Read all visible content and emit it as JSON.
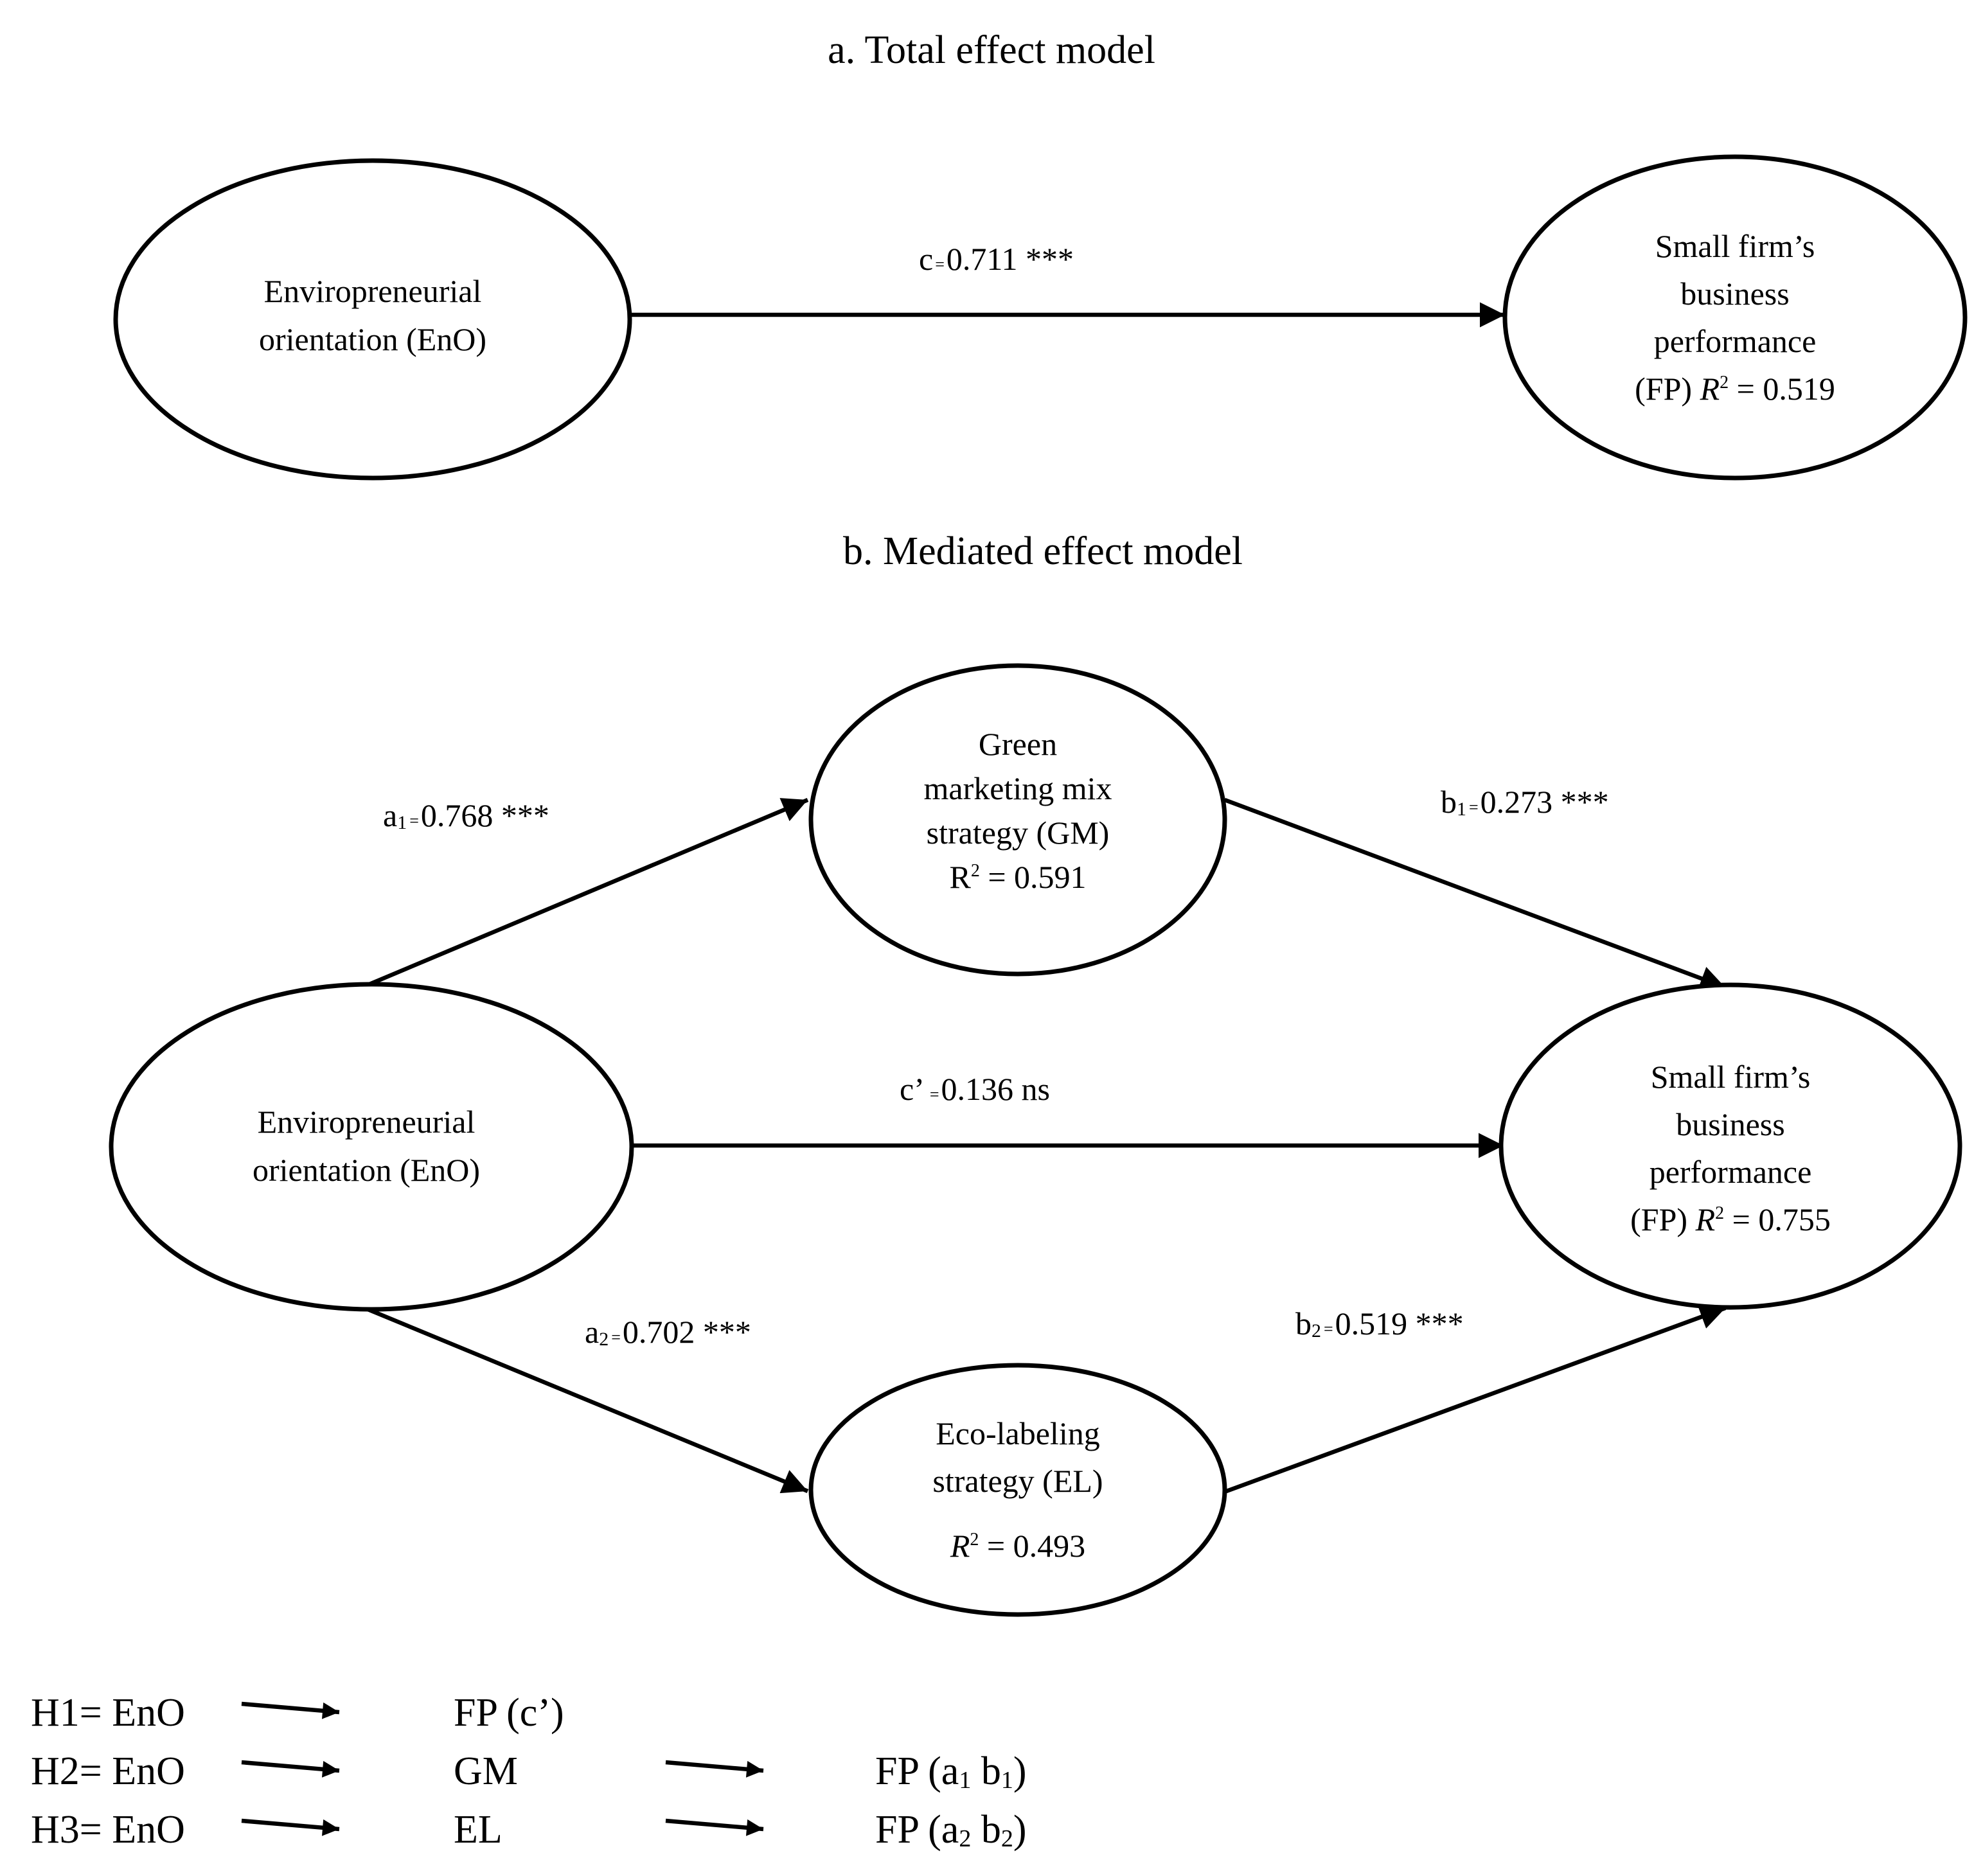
{
  "panel_a": {
    "title": "a. Total effect model",
    "nodes": {
      "eno": {
        "line1": "Enviropreneurial",
        "line2": "orientation (EnO)"
      },
      "fp": {
        "line1": "Small firm’s",
        "line2": "business",
        "line3": "performance",
        "line4_prefix": "(FP) ",
        "r": "R",
        "sq": "2",
        "value": " = 0.519"
      }
    },
    "edges": {
      "c": {
        "sym": "c",
        "eq": "=",
        "value": "0.711 ***"
      }
    }
  },
  "panel_b": {
    "title": "b. Mediated effect model",
    "nodes": {
      "gm": {
        "line1": "Green",
        "line2": "marketing mix",
        "line3": "strategy (GM)",
        "r": "R",
        "sq": "2",
        "value": " = 0.591"
      },
      "eno": {
        "line1": "Enviropreneurial",
        "line2": "orientation (EnO)"
      },
      "fp": {
        "line1": "Small firm’s",
        "line2": "business",
        "line3": "performance",
        "line4_prefix": "(FP) ",
        "r": "R",
        "sq": "2",
        "value": " = 0.755"
      },
      "el": {
        "line1": "Eco-labeling",
        "line2": "strategy (EL)",
        "r": "R",
        "sq": "2",
        "value": " = 0.493"
      }
    },
    "edges": {
      "a1": {
        "sym": "a",
        "sub": "1",
        "eq": "=",
        "value": "0.768 ***"
      },
      "b1": {
        "sym": "b",
        "sub": "1",
        "eq": "=",
        "value": "0.273 ***"
      },
      "cprime": {
        "sym": "c’",
        "eq": "=",
        "value": "0.136 ns"
      },
      "a2": {
        "sym": "a",
        "sub": "2",
        "eq": "=",
        "value": "0.702 ***"
      },
      "b2": {
        "sym": "b",
        "sub": "2",
        "eq": "=",
        "value": "0.519 ***"
      }
    }
  },
  "hypotheses": [
    {
      "label": "H1= EnO",
      "mid": "FP (c’)"
    },
    {
      "label": "H2= EnO",
      "mid": "GM",
      "end_pre": "FP (a",
      "s1": "1",
      "end_mid": " b",
      "s2": "1",
      "end_post": ")"
    },
    {
      "label": "H3= EnO",
      "mid": "EL",
      "end_pre": "FP (a",
      "s1": "2",
      "end_mid": " b",
      "s2": "2",
      "end_post": ")"
    }
  ]
}
